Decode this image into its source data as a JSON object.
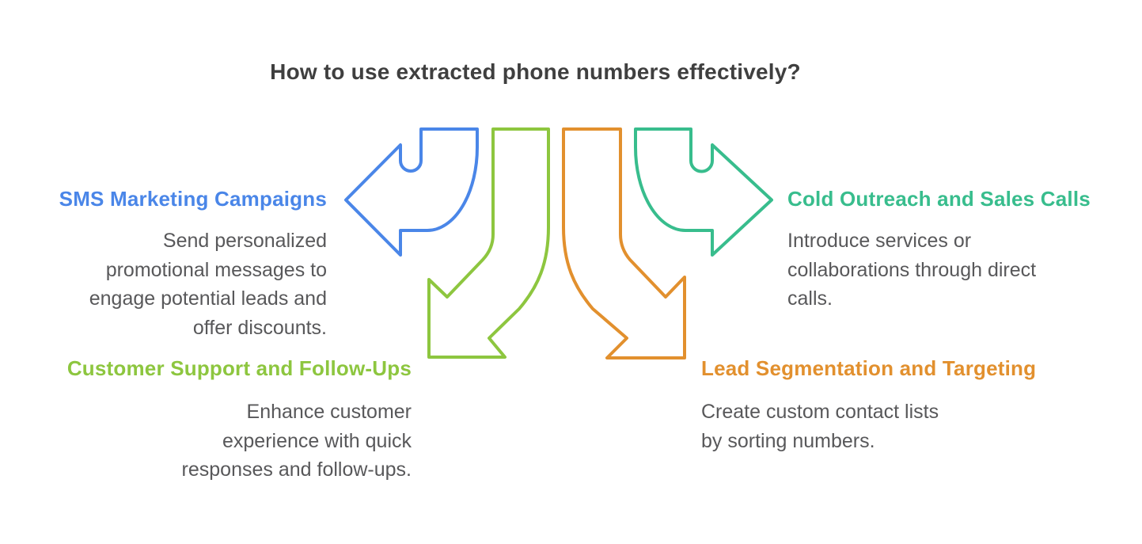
{
  "title": "How to use extracted phone numbers effectively?",
  "colors": {
    "blue": "#4a86e8",
    "teal": "#38bd8d",
    "lime": "#8dc63f",
    "orange": "#e2902e",
    "title_text": "#3f3f3f",
    "body_text": "#58585a",
    "background": "#ffffff"
  },
  "arrows": [
    {
      "name": "sms-arrow",
      "direction": "curves-down-then-left",
      "color": "#4a86e8"
    },
    {
      "name": "customer-support-arrow",
      "direction": "curves-down-left",
      "color": "#8dc63f"
    },
    {
      "name": "lead-segmentation-arrow",
      "direction": "curves-down-right",
      "color": "#e2902e"
    },
    {
      "name": "cold-outreach-arrow",
      "direction": "curves-down-then-right",
      "color": "#38bd8d"
    }
  ],
  "sections": [
    {
      "heading": "SMS Marketing Campaigns",
      "lines": [
        "Send personalized",
        "promotional messages to",
        "engage potential leads and",
        "offer discounts."
      ]
    },
    {
      "heading": "Cold Outreach and Sales Calls",
      "lines": [
        "Introduce services or",
        "collaborations through direct",
        "calls."
      ]
    },
    {
      "heading": "Customer Support and Follow-Ups",
      "lines": [
        "Enhance customer",
        "experience with quick",
        "responses and follow-ups."
      ]
    },
    {
      "heading": "Lead Segmentation and Targeting",
      "lines": [
        "Create custom contact lists",
        "by sorting numbers."
      ]
    }
  ]
}
